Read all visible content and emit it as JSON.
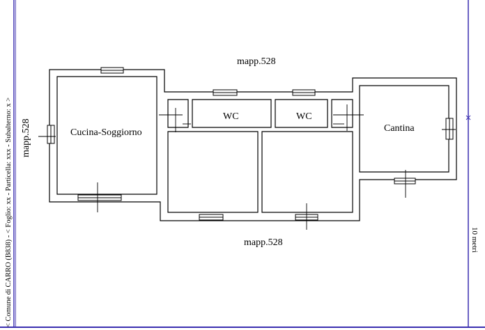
{
  "margin_text": "< Comune di CARRO (B838) - < Foglio: xx - Particella: xxx - Subalterno: x >",
  "labels": {
    "mapp_top": "mapp.528",
    "mapp_left": "mapp.528",
    "mapp_bottom": "mapp.528",
    "room_kitchen": "Cucina-Soggiorno",
    "room_wc_1": "WC",
    "room_wc_2": "WC",
    "room_cantina": "Cantina"
  },
  "scale_label": "10 metri",
  "colors": {
    "wall": "#000000",
    "frame": "#3a2fb0",
    "margin_text": "#3a2fb0"
  }
}
